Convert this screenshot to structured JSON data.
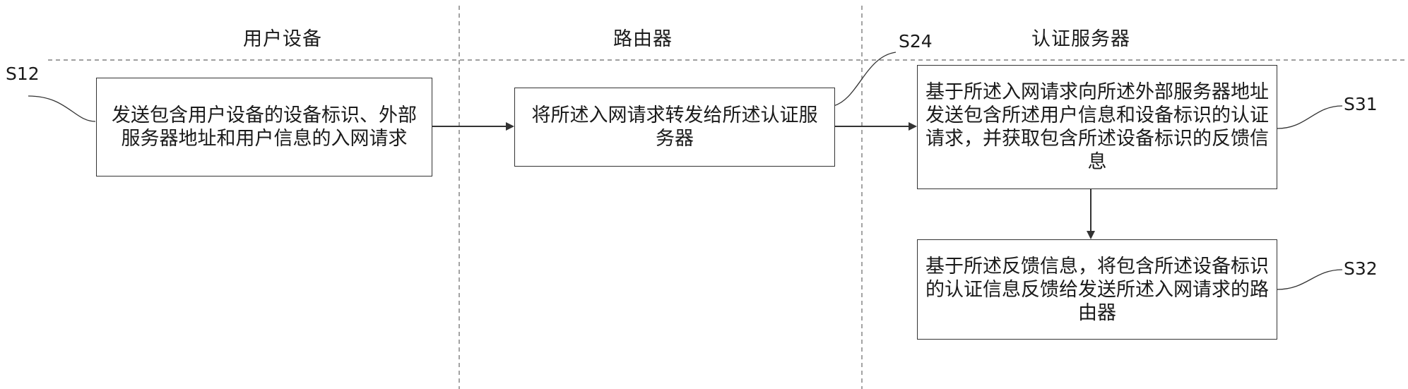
{
  "lanes": {
    "user_device": "用户设备",
    "router": "路由器",
    "auth_server": "认证服务器"
  },
  "steps": {
    "s12": {
      "label": "S12",
      "text": "发送包含用户设备的设备标识、外部服务器地址和用户信息的入网请求"
    },
    "s24": {
      "label": "S24",
      "text": "将所述入网请求转发给所述认证服务器"
    },
    "s31": {
      "label": "S31",
      "text": "基于所述入网请求向所述外部服务器地址发送包含所述用户信息和设备标识的认证请求，并获取包含所述设备标识的反馈信息"
    },
    "s32": {
      "label": "S32",
      "text": "基于所述反馈信息，将包含所述设备标识的认证信息反馈给发送所述入网请求的路由器"
    }
  }
}
